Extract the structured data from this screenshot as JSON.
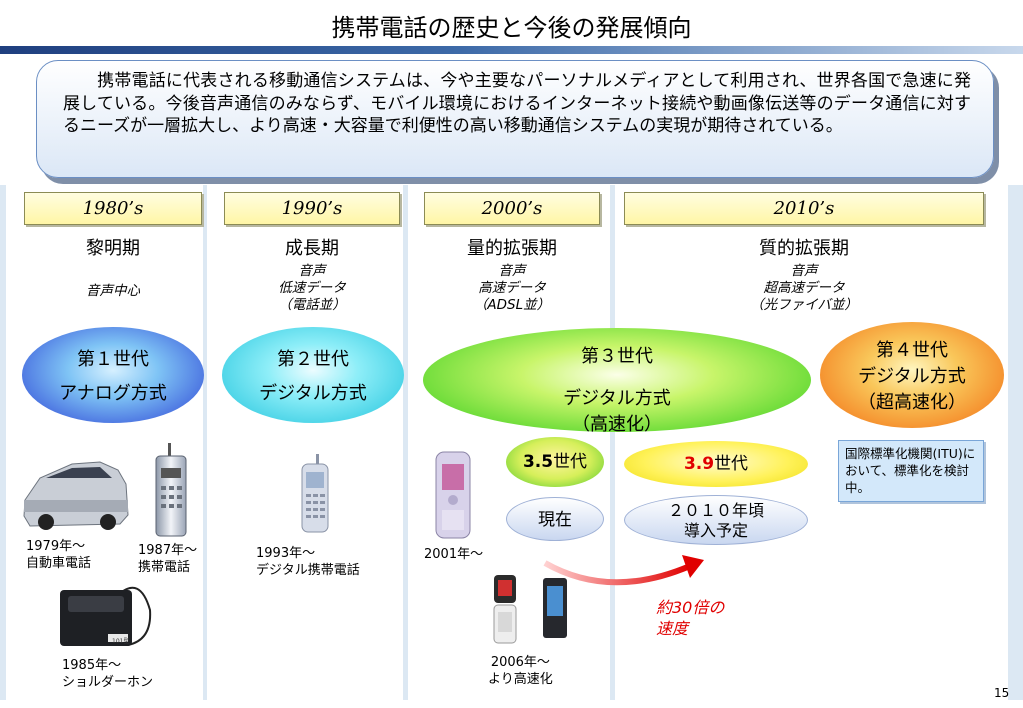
{
  "title": "携帯電話の歴史と今後の発展傾向",
  "intro": "携帯電話に代表される移動通信システムは、今や主要なパーソナルメディアとして利用され、世界各国で急速に発展している。今後音声通信のみならず、モバイル環境におけるインターネット接続や動画像伝送等のデータ通信に対するニーズが一層拡大し、より高速・大容量で利便性の高い移動通信システムの実現が期待されている。",
  "eras": [
    {
      "label": "1980’s",
      "phase": "黎明期",
      "sub": [
        "音声中心"
      ]
    },
    {
      "label": "1990’s",
      "phase": "成長期",
      "sub": [
        "音声",
        "低速データ",
        "（電話並）"
      ]
    },
    {
      "label": "2000’s",
      "phase": "量的拡張期",
      "sub": [
        "音声",
        "高速データ",
        "（ADSL並）"
      ]
    },
    {
      "label": "2010’s",
      "phase": "質的拡張期",
      "sub": [
        "音声",
        "超高速データ",
        "（光ファイバ並）"
      ]
    }
  ],
  "generations": {
    "g1": {
      "line1": "第１世代",
      "line2": "アナログ方式",
      "color": "#2a3fd4"
    },
    "g2": {
      "line1": "第２世代",
      "line2": "デジタル方式",
      "color": "#22c8e0"
    },
    "g3": {
      "line1": "第３世代",
      "line2": "デジタル方式",
      "line3": "（高速化）",
      "color": "#2ecb18"
    },
    "g4": {
      "line1": "第４世代",
      "line2": "デジタル方式",
      "line3": "（超高速化）",
      "color": "#f26a10"
    }
  },
  "g35": {
    "num": "3.5",
    "suffix": "世代"
  },
  "g39": {
    "num": "3.9",
    "suffix": "世代"
  },
  "now": "現在",
  "plan": {
    "line1": "２０１０年頃",
    "line2": "導入予定"
  },
  "itu_note": "国際標準化機関(ITU)に おいて、標準化を検討中。",
  "speed_note": {
    "line1": "約30倍の",
    "line2": "速度"
  },
  "captions": {
    "car": {
      "line1": "1979年～",
      "line2": "自動車電話"
    },
    "brick": {
      "line1": "1987年～",
      "line2": "携帯電話"
    },
    "shoulder": {
      "line1": "1985年～",
      "line2": "ショルダーホン"
    },
    "shoulder_tag": "101型",
    "digital": {
      "line1": "1993年～",
      "line2": "デジタル携帯電話"
    },
    "y2001": "2001年～",
    "y2006": {
      "line1": "2006年～",
      "line2": "より高速化"
    }
  },
  "page_number": "15"
}
